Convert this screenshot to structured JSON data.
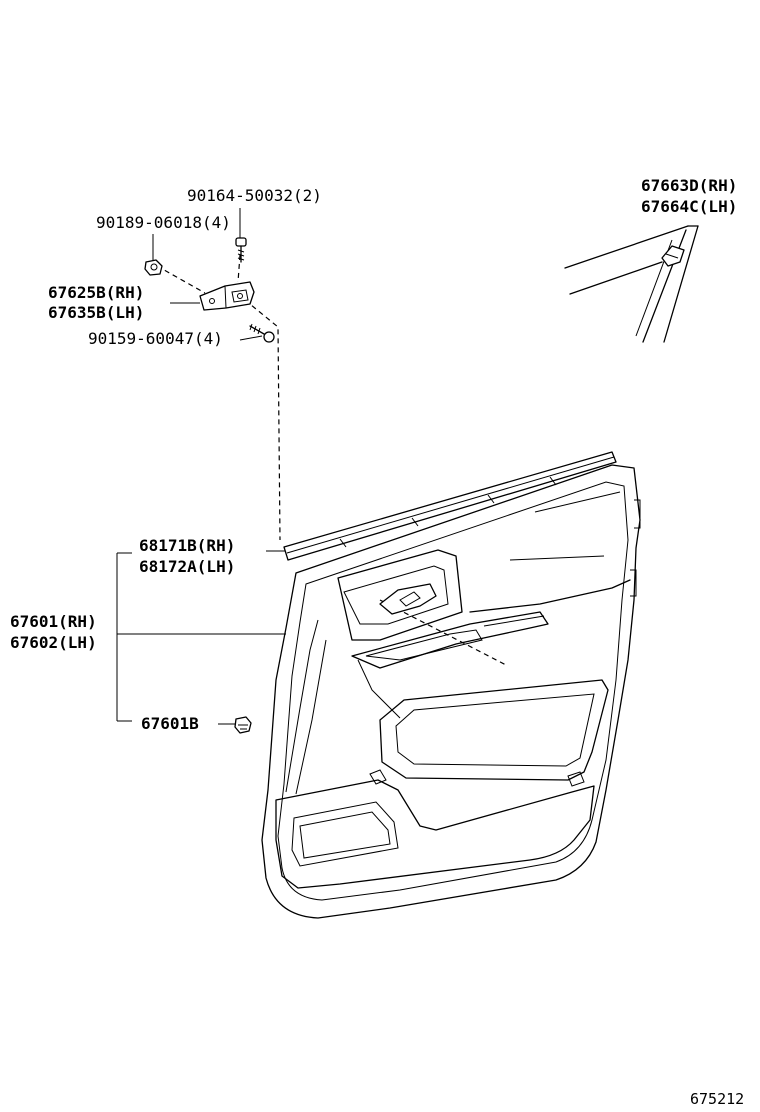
{
  "labels": {
    "screw_upper": "90164-50032(2)",
    "clip_nut": "90189-06018(4)",
    "bracket_rh": "67625B(RH)",
    "bracket_lh": "67635B(LH)",
    "screw_lower": "90159-60047(4)",
    "molding_rh": "67663D(RH)",
    "molding_lh": "67664C(LH)",
    "weatherstrip_rh": "68171B(RH)",
    "weatherstrip_lh": "68172A(LH)",
    "panel_rh": "67601(RH)",
    "panel_lh": "67602(LH)",
    "clip": "67601B",
    "figure_number": "675212"
  },
  "icons": {
    "screw": "screw-icon",
    "nut": "clip-nut-icon",
    "bracket": "bracket-icon",
    "clip": "panel-clip-icon"
  }
}
